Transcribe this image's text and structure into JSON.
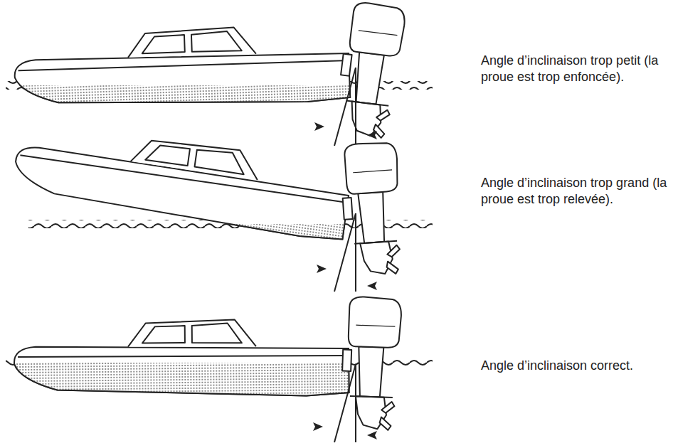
{
  "diagram": {
    "labels": [
      "Angle d’inclinaison trop petit (la proue est trop enfoncée).",
      "Angle d’inclinaison trop grand (la proue est trop relevée).",
      "Angle d’inclinaison correct."
    ]
  }
}
